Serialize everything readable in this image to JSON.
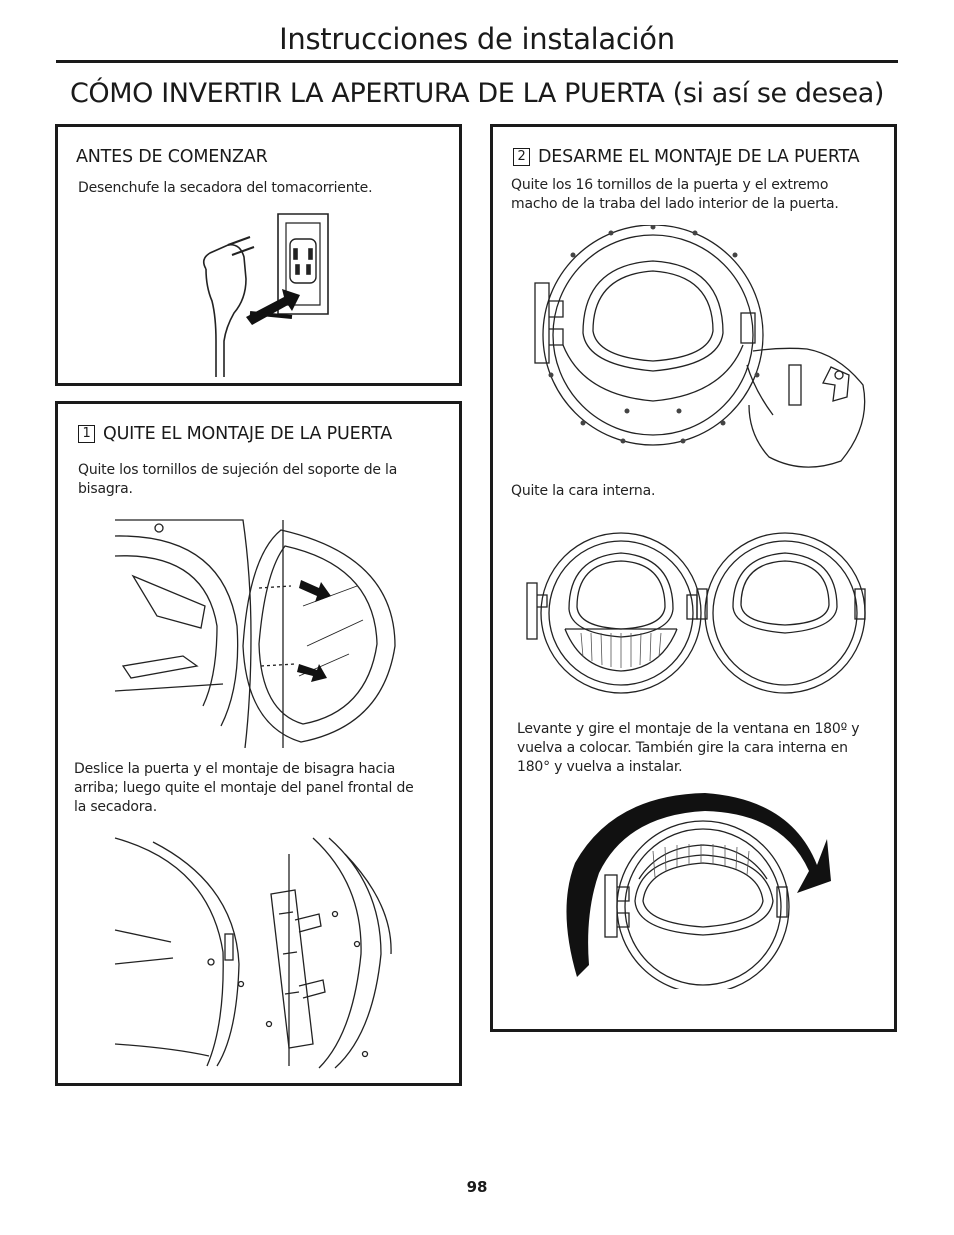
{
  "page": {
    "header": "Instrucciones de instalación",
    "subtitle": "CÓMO INVERTIR LA APERTURA DE LA PUERTA (si así se desea)",
    "page_number": "98"
  },
  "before": {
    "heading": "ANTES DE COMENZAR",
    "text": "Desenchufe la secadora del tomacorriente."
  },
  "step1": {
    "number": "1",
    "heading": "QUITE EL MONTAJE DE LA PUERTA",
    "text_a": "Quite los tornillos de sujeción del soporte de la bisagra.",
    "text_b": "Deslice la puerta y el montaje de bisagra hacia arriba; luego quite el montaje del panel frontal de la secadora."
  },
  "step2": {
    "number": "2",
    "heading": "DESARME EL MONTAJE DE LA PUERTA",
    "text_a": "Quite los 16 tornillos de la puerta y el extremo macho de la traba del lado interior de la puerta.",
    "text_b": "Quite la cara interna.",
    "text_c": "Levante y gire el montaje de la ventana en 180º y vuelva a colocar. También gire la cara interna en 180° y vuelva a instalar."
  }
}
